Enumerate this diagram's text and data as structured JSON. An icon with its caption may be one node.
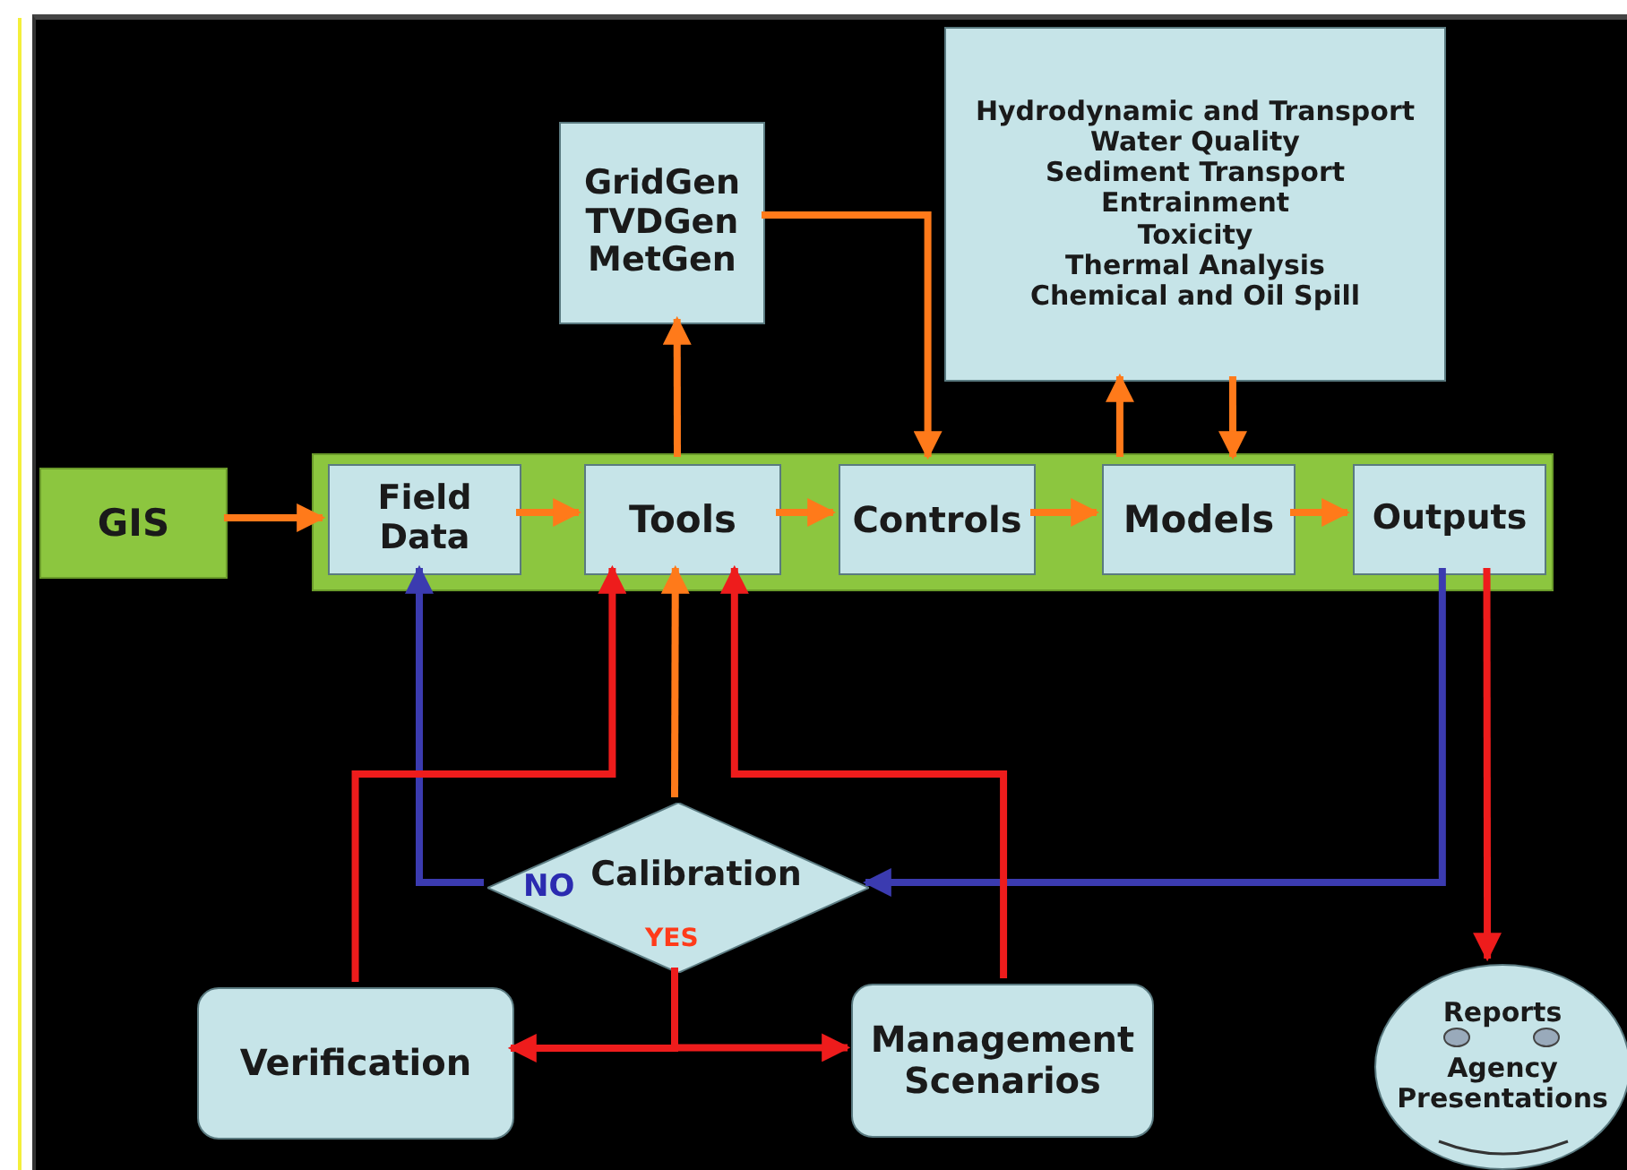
{
  "diagram": {
    "nodes": [
      {
        "text": [
          "GridGen",
          "TVDGen",
          "MetGen"
        ]
      },
      {
        "text": [
          "Hydrodynamic and Transport",
          "Water Quality",
          "Sediment Transport",
          "Entrainment",
          "Toxicity",
          "Thermal Analysis",
          "Chemical and Oil Spill"
        ]
      },
      {
        "text": [
          "GIS"
        ]
      },
      {
        "text": [],
        "shape": "bar"
      },
      {
        "text": [
          "Field Data"
        ],
        "in": 3
      },
      {
        "text": [
          "Tools"
        ],
        "in": 3
      },
      {
        "text": [
          "Controls"
        ],
        "in": 3
      },
      {
        "text": [
          "Models"
        ],
        "in": 3
      },
      {
        "text": [
          "Outputs"
        ],
        "in": 3
      },
      {
        "text": [
          "NO",
          "Calibration",
          "YES"
        ]
      },
      {
        "text": [
          "Verification"
        ]
      },
      {
        "text": [
          "Management Scenarios"
        ]
      },
      {
        "text": [
          "Reports",
          "Agency Presentations"
        ]
      }
    ],
    "edges": [
      {
        "from": 2,
        "to": 4,
        "arrow": "to"
      },
      {
        "from": 4,
        "to": 5,
        "arrow": "to"
      },
      {
        "from": 5,
        "to": 6,
        "arrow": "to"
      },
      {
        "from": 6,
        "to": 7,
        "arrow": "to"
      },
      {
        "from": 7,
        "to": 8,
        "arrow": "to"
      },
      {
        "from": 5,
        "to": 0,
        "arrow": "to"
      },
      {
        "from": 0,
        "to": 6,
        "arrow": "to"
      },
      {
        "from": 7,
        "to": 1,
        "arrow": "to"
      },
      {
        "from": 1,
        "to": 7,
        "arrow": "to"
      },
      {
        "from": 9,
        "to": 5,
        "arrow": "to"
      },
      {
        "from": 9,
        "to": 4,
        "arrow": "to",
        "color": "#3b3bb0"
      },
      {
        "from": 8,
        "to": 9,
        "arrow": "to",
        "color": "#3b3bb0"
      },
      {
        "from": 8,
        "to": 12,
        "arrow": "to",
        "color": "#ee1c1c"
      },
      {
        "from": 10,
        "to": 5,
        "arrow": "to",
        "color": "#ee1c1c"
      },
      {
        "from": 11,
        "to": 5,
        "arrow": "to",
        "color": "#ee1c1c"
      },
      {
        "from": 9,
        "to": 10,
        "arrow": "to",
        "color": "#ee1c1c"
      },
      {
        "from": 9,
        "to": 11,
        "arrow": "to",
        "color": "#ee1c1c"
      }
    ]
  }
}
